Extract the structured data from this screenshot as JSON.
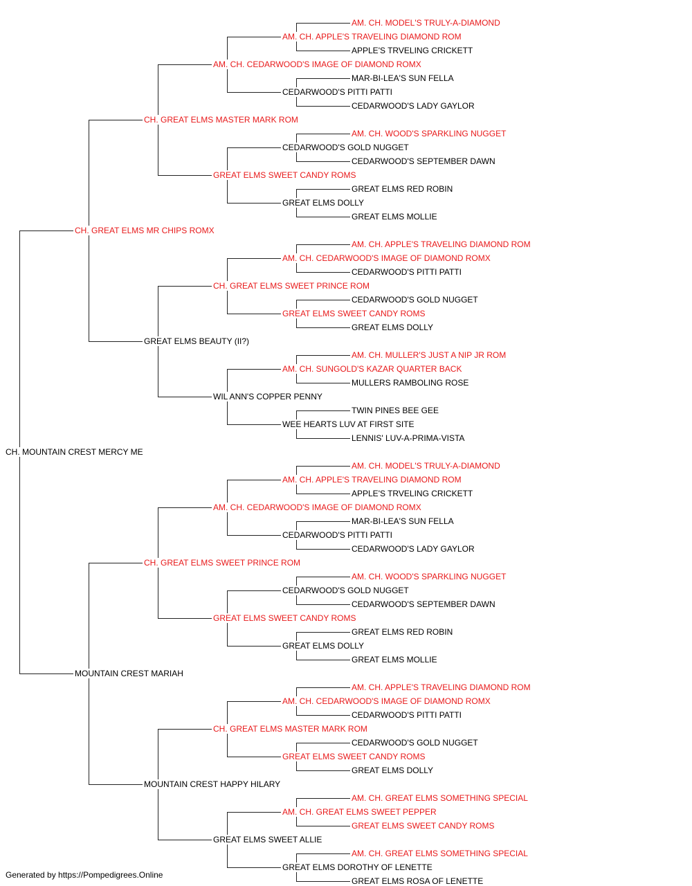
{
  "colors": {
    "titled": "#e8191a",
    "normal": "#000000",
    "line": "#222222"
  },
  "footer": "Generated by https://Pompedigrees.Online",
  "pedigree": [
    [
      "CH. MOUNTAIN CREST MERCY ME",
      false
    ],
    [
      "CH. GREAT ELMS MR CHIPS ROMX",
      true
    ],
    [
      "MOUNTAIN CREST MARIAH",
      false
    ],
    [
      "CH. GREAT ELMS MASTER MARK ROM",
      true
    ],
    [
      "GREAT ELMS BEAUTY (II?)",
      false
    ],
    [
      "CH. GREAT ELMS SWEET PRINCE ROM",
      true
    ],
    [
      "MOUNTAIN CREST HAPPY HILARY",
      false
    ],
    [
      "AM. CH. CEDARWOOD'S IMAGE OF DIAMOND ROMX",
      true
    ],
    [
      "GREAT ELMS SWEET CANDY ROMS",
      true
    ],
    [
      "CH. GREAT ELMS SWEET PRINCE ROM",
      true
    ],
    [
      "WIL ANN'S COPPER PENNY",
      false
    ],
    [
      "AM. CH. CEDARWOOD'S IMAGE OF DIAMOND ROMX",
      true
    ],
    [
      "GREAT ELMS SWEET CANDY ROMS",
      true
    ],
    [
      "CH. GREAT ELMS MASTER MARK ROM",
      true
    ],
    [
      "GREAT ELMS SWEET ALLIE",
      false
    ],
    [
      "AM. CH. APPLE'S TRAVELING DIAMOND ROM",
      true
    ],
    [
      "CEDARWOOD'S PITTI PATTI",
      false
    ],
    [
      "CEDARWOOD'S GOLD NUGGET",
      false
    ],
    [
      "GREAT ELMS DOLLY",
      false
    ],
    [
      "AM. CH. CEDARWOOD'S IMAGE OF DIAMOND ROMX",
      true
    ],
    [
      "GREAT ELMS SWEET CANDY ROMS",
      true
    ],
    [
      "AM. CH. SUNGOLD'S KAZAR QUARTER BACK",
      true
    ],
    [
      "WEE HEARTS LUV AT FIRST SITE",
      false
    ],
    [
      "AM. CH. APPLE'S TRAVELING DIAMOND ROM",
      true
    ],
    [
      "CEDARWOOD'S PITTI PATTI",
      false
    ],
    [
      "CEDARWOOD'S GOLD NUGGET",
      false
    ],
    [
      "GREAT ELMS DOLLY",
      false
    ],
    [
      "AM. CH. CEDARWOOD'S IMAGE OF DIAMOND ROMX",
      true
    ],
    [
      "GREAT ELMS SWEET CANDY ROMS",
      true
    ],
    [
      "AM. CH. GREAT ELMS SWEET PEPPER",
      true
    ],
    [
      "GREAT ELMS DOROTHY OF LENETTE",
      false
    ],
    [
      "AM. CH. MODEL'S TRULY-A-DIAMOND",
      true
    ],
    [
      "APPLE'S TRVELING CRICKETT",
      false
    ],
    [
      "MAR-BI-LEA'S SUN FELLA",
      false
    ],
    [
      "CEDARWOOD'S LADY GAYLOR",
      false
    ],
    [
      "AM. CH. WOOD'S SPARKLING NUGGET",
      true
    ],
    [
      "CEDARWOOD'S SEPTEMBER DAWN",
      false
    ],
    [
      "GREAT ELMS RED ROBIN",
      false
    ],
    [
      "GREAT ELMS MOLLIE",
      false
    ],
    [
      "AM. CH. APPLE'S TRAVELING DIAMOND ROM",
      true
    ],
    [
      "CEDARWOOD'S PITTI PATTI",
      false
    ],
    [
      "CEDARWOOD'S GOLD NUGGET",
      false
    ],
    [
      "GREAT ELMS DOLLY",
      false
    ],
    [
      "AM. CH. MULLER'S JUST A NIP JR ROM",
      true
    ],
    [
      "MULLERS RAMBOLING ROSE",
      false
    ],
    [
      "TWIN PINES BEE GEE",
      false
    ],
    [
      "LENNIS' LUV-A-PRIMA-VISTA",
      false
    ],
    [
      "AM. CH. MODEL'S TRULY-A-DIAMOND",
      true
    ],
    [
      "APPLE'S TRVELING CRICKETT",
      false
    ],
    [
      "MAR-BI-LEA'S SUN FELLA",
      false
    ],
    [
      "CEDARWOOD'S LADY GAYLOR",
      false
    ],
    [
      "AM. CH. WOOD'S SPARKLING NUGGET",
      true
    ],
    [
      "CEDARWOOD'S SEPTEMBER DAWN",
      false
    ],
    [
      "GREAT ELMS RED ROBIN",
      false
    ],
    [
      "GREAT ELMS MOLLIE",
      false
    ],
    [
      "AM. CH. APPLE'S TRAVELING DIAMOND ROM",
      true
    ],
    [
      "CEDARWOOD'S PITTI PATTI",
      false
    ],
    [
      "CEDARWOOD'S GOLD NUGGET",
      false
    ],
    [
      "GREAT ELMS DOLLY",
      false
    ],
    [
      "AM. CH. GREAT ELMS SOMETHING SPECIAL",
      true
    ],
    [
      "GREAT ELMS SWEET CANDY ROMS",
      true
    ],
    [
      "AM. CH. GREAT ELMS SOMETHING SPECIAL",
      true
    ],
    [
      "GREAT ELMS ROSA OF LENETTE",
      false
    ]
  ]
}
